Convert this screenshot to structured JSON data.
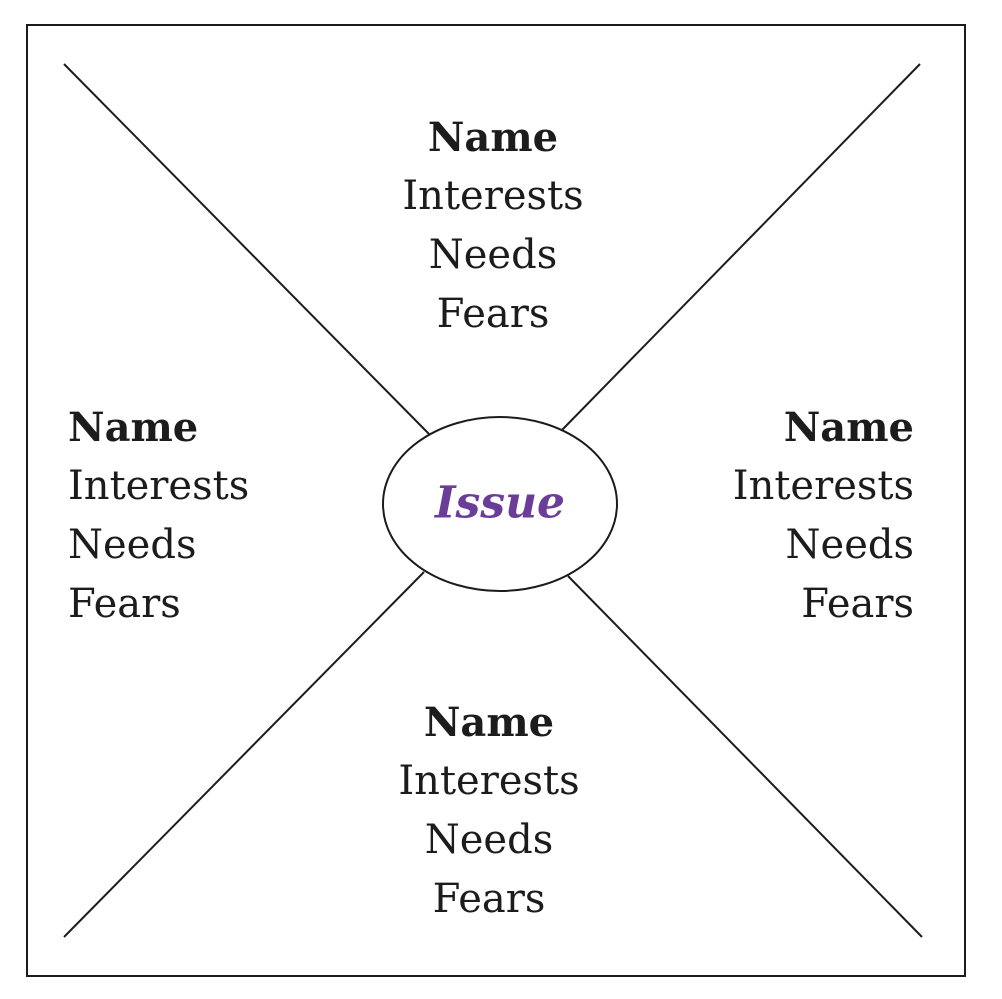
{
  "colors": {
    "line": "#1c1c1c",
    "text": "#1c1c1c",
    "issue": "#6b3d99",
    "background": "#ffffff"
  },
  "center": {
    "label": "Issue"
  },
  "parties": {
    "top": {
      "name": "Name",
      "interests": "Interests",
      "needs": "Needs",
      "fears": "Fears"
    },
    "left": {
      "name": "Name",
      "interests": "Interests",
      "needs": "Needs",
      "fears": "Fears"
    },
    "right": {
      "name": "Name",
      "interests": "Interests",
      "needs": "Needs",
      "fears": "Fears"
    },
    "bottom": {
      "name": "Name",
      "interests": "Interests",
      "needs": "Needs",
      "fears": "Fears"
    }
  }
}
